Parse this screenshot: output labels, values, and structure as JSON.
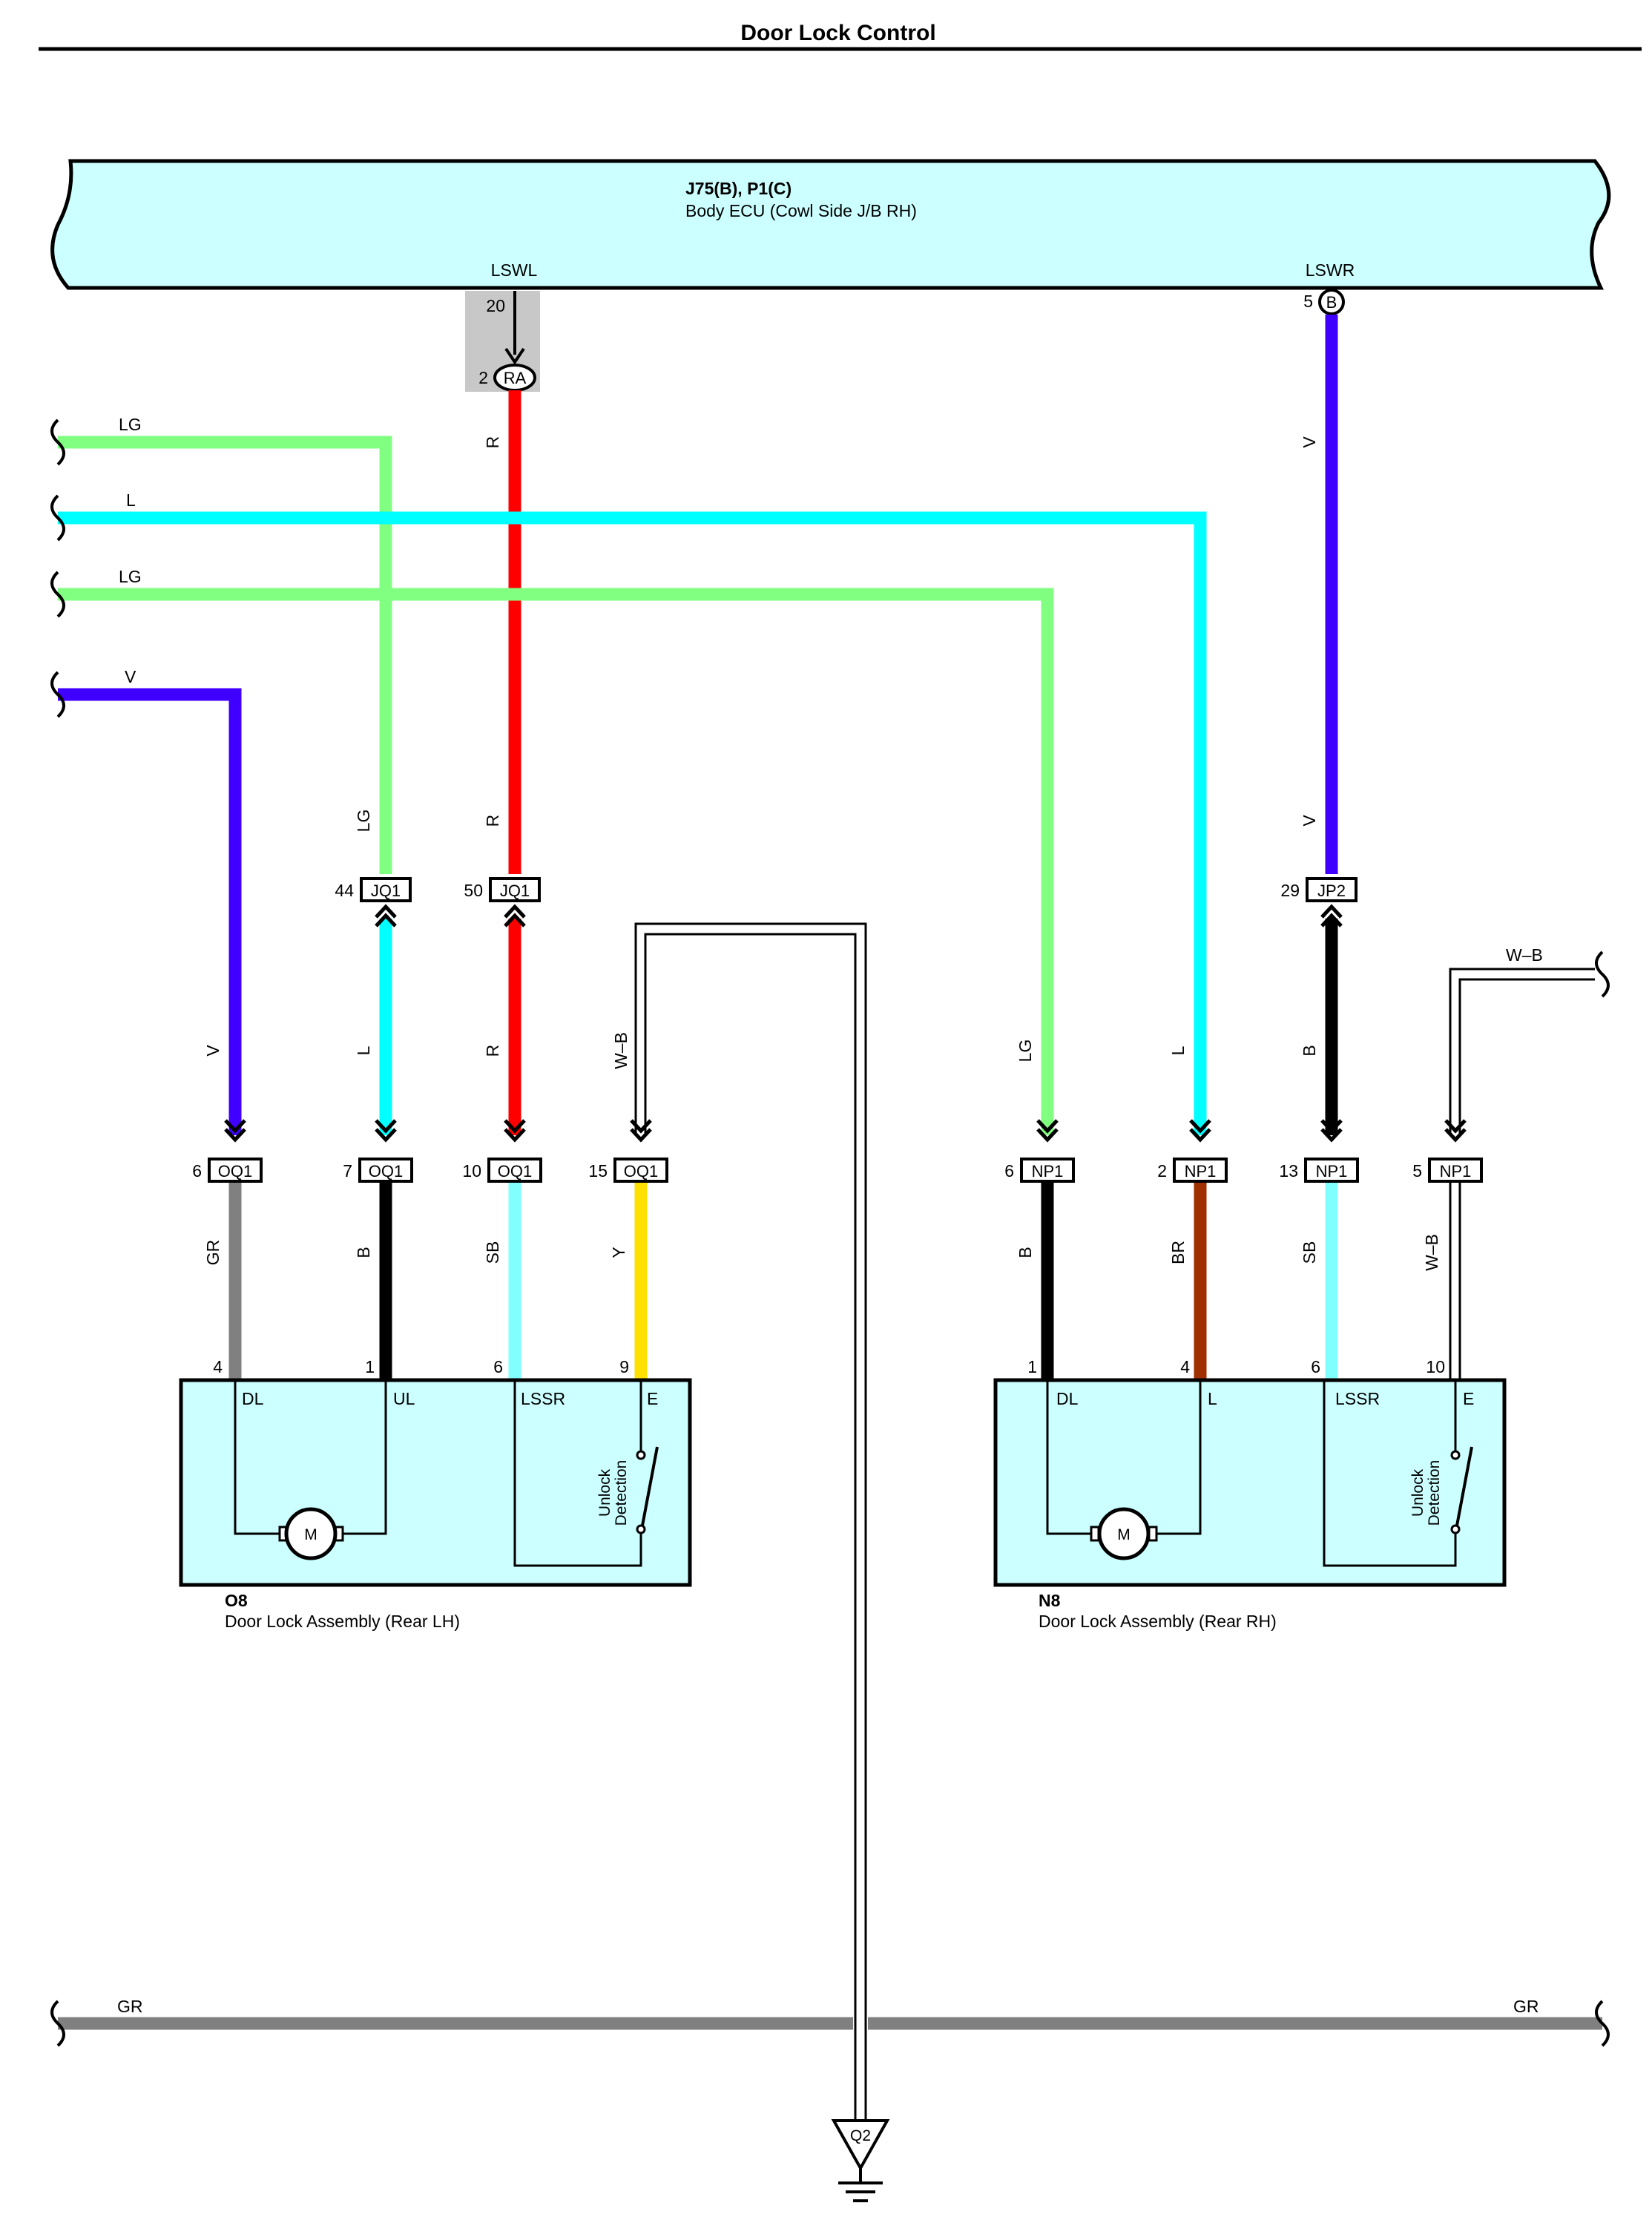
{
  "title": "Door Lock Control",
  "ecu": {
    "code": "J75(B), P1(C)",
    "name": "Body ECU (Cowl Side J/B RH)",
    "terminals": [
      {
        "name": "LSWL",
        "pin": "20"
      },
      {
        "name": "LSWR",
        "pin": "5",
        "connector": "B"
      }
    ]
  },
  "junction": {
    "code": "RA",
    "pin": "2"
  },
  "left_wires": [
    {
      "color_code": "LG",
      "hex": "#80ff80"
    },
    {
      "color_code": "L",
      "hex": "#00ffff"
    },
    {
      "color_code": "LG",
      "hex": "#80ff80"
    },
    {
      "color_code": "V",
      "hex": "#4000ff"
    }
  ],
  "vertical_labels": {
    "r_top": "R",
    "v_top": "V",
    "lg_mid": "LG",
    "r_mid": "R",
    "v_mid": "V",
    "v_lower": "V",
    "l_lower": "L",
    "r_lower": "R",
    "wb_lower": "W–B",
    "lg_right": "LG",
    "l_right": "L",
    "b_right": "B",
    "gr": "GR",
    "b_left": "B",
    "sb_left": "SB",
    "y": "Y",
    "b_right2": "B",
    "br": "BR",
    "sb_right": "SB",
    "wb_right": "W–B"
  },
  "wb_right_label": "W–B",
  "mid_connectors": [
    {
      "pin": "44",
      "code": "JQ1"
    },
    {
      "pin": "50",
      "code": "JQ1"
    },
    {
      "pin": "29",
      "code": "JP2"
    }
  ],
  "lower_connectors": [
    {
      "pin": "6",
      "code": "OQ1"
    },
    {
      "pin": "7",
      "code": "OQ1"
    },
    {
      "pin": "10",
      "code": "OQ1"
    },
    {
      "pin": "15",
      "code": "OQ1"
    },
    {
      "pin": "6",
      "code": "NP1"
    },
    {
      "pin": "2",
      "code": "NP1"
    },
    {
      "pin": "13",
      "code": "NP1"
    },
    {
      "pin": "5",
      "code": "NP1"
    }
  ],
  "assemblies": [
    {
      "code": "O8",
      "name": "Door Lock Assembly (Rear LH)",
      "pins": [
        "4",
        "1",
        "6",
        "9"
      ],
      "terminals": [
        "DL",
        "UL",
        "LSSR",
        "E"
      ],
      "motor": "M",
      "switch_label": [
        "Unlock",
        "Detection"
      ]
    },
    {
      "code": "N8",
      "name": "Door Lock Assembly (Rear RH)",
      "pins": [
        "1",
        "4",
        "6",
        "10"
      ],
      "terminals": [
        "DL",
        "L",
        "LSSR",
        "E"
      ],
      "motor": "M",
      "switch_label": [
        "Unlock",
        "Detection"
      ]
    }
  ],
  "ground_bus": {
    "left_label": "GR",
    "right_label": "GR",
    "hex": "#808080"
  },
  "ground": {
    "code": "Q2"
  },
  "colors": {
    "panel": "#ccffff",
    "red": "#ff0000",
    "violet": "#4000ff",
    "cyan": "#00ffff",
    "light_green": "#80ff80",
    "black": "#000000",
    "gray": "#808080",
    "sky_blue": "#80ffff",
    "yellow": "#ffe000",
    "brown": "#a03000",
    "shaded": "#c8c8c8"
  }
}
